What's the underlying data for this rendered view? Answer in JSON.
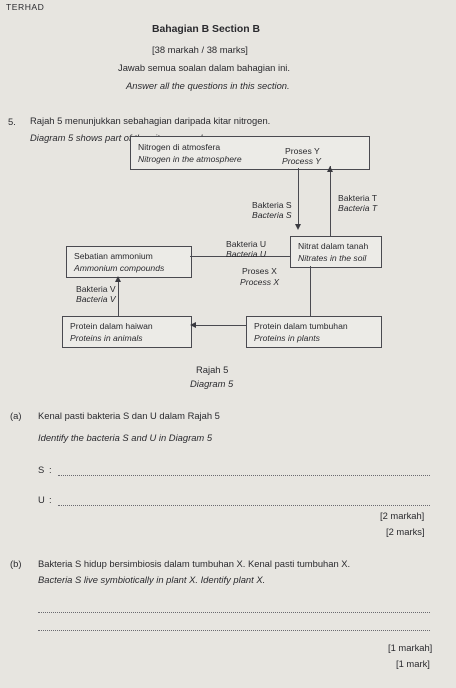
{
  "header": {
    "corner": "TERHAD",
    "section_title": "Bahagian B Section B",
    "marks": "[38 markah / 38 marks]",
    "instr_ms": "Jawab semua soalan dalam bahagian ini.",
    "instr_en": "Answer all the questions in this section."
  },
  "question": {
    "number": "5.",
    "stem_ms": "Rajah 5 menunjukkan sebahagian daripada kitar nitrogen.",
    "stem_en": "Diagram 5 shows part of the nitrogen cycle."
  },
  "diagram": {
    "atmosphere_ms": "Nitrogen di atmosfera",
    "atmosphere_en": "Nitrogen in the atmosphere",
    "process_y_ms": "Proses Y",
    "process_y_en": "Process Y",
    "bacteria_s_ms": "Bakteria S",
    "bacteria_s_en": "Bacteria S",
    "bacteria_t_ms": "Bakteria T",
    "bacteria_t_en": "Bacteria T",
    "ammonium_ms": "Sebatian ammonium",
    "ammonium_en": "Ammonium compounds",
    "bacteria_u_ms": "Bakteria U",
    "bacteria_u_en": "Bacteria U",
    "nitrate_ms": "Nitrat dalam tanah",
    "nitrate_en": "Nitrates in the soil",
    "process_x_ms": "Proses X",
    "process_x_en": "Process X",
    "bacteria_v_ms": "Bakteria V",
    "bacteria_v_en": "Bacteria V",
    "animal_ms": "Protein dalam haiwan",
    "animal_en": "Proteins in animals",
    "plant_ms": "Protein dalam tumbuhan",
    "plant_en": "Proteins in plants",
    "caption_ms": "Rajah 5",
    "caption_en": "Diagram 5"
  },
  "part_a": {
    "label": "(a)",
    "text_ms": "Kenal pasti bakteria S dan U dalam Rajah 5",
    "text_en": "Identify the bacteria S and U in Diagram 5",
    "s_label": "S",
    "u_label": "U",
    "marks_ms": "[2 markah]",
    "marks_en": "[2 marks]"
  },
  "part_b": {
    "label": "(b)",
    "text_ms": "Bakteria S hidup bersimbiosis dalam tumbuhan X. Kenal pasti tumbuhan X.",
    "text_en": "Bacteria S live symbiotically in plant X. Identify plant X.",
    "marks_ms": "[1 markah]",
    "marks_en": "[1 mark]"
  }
}
